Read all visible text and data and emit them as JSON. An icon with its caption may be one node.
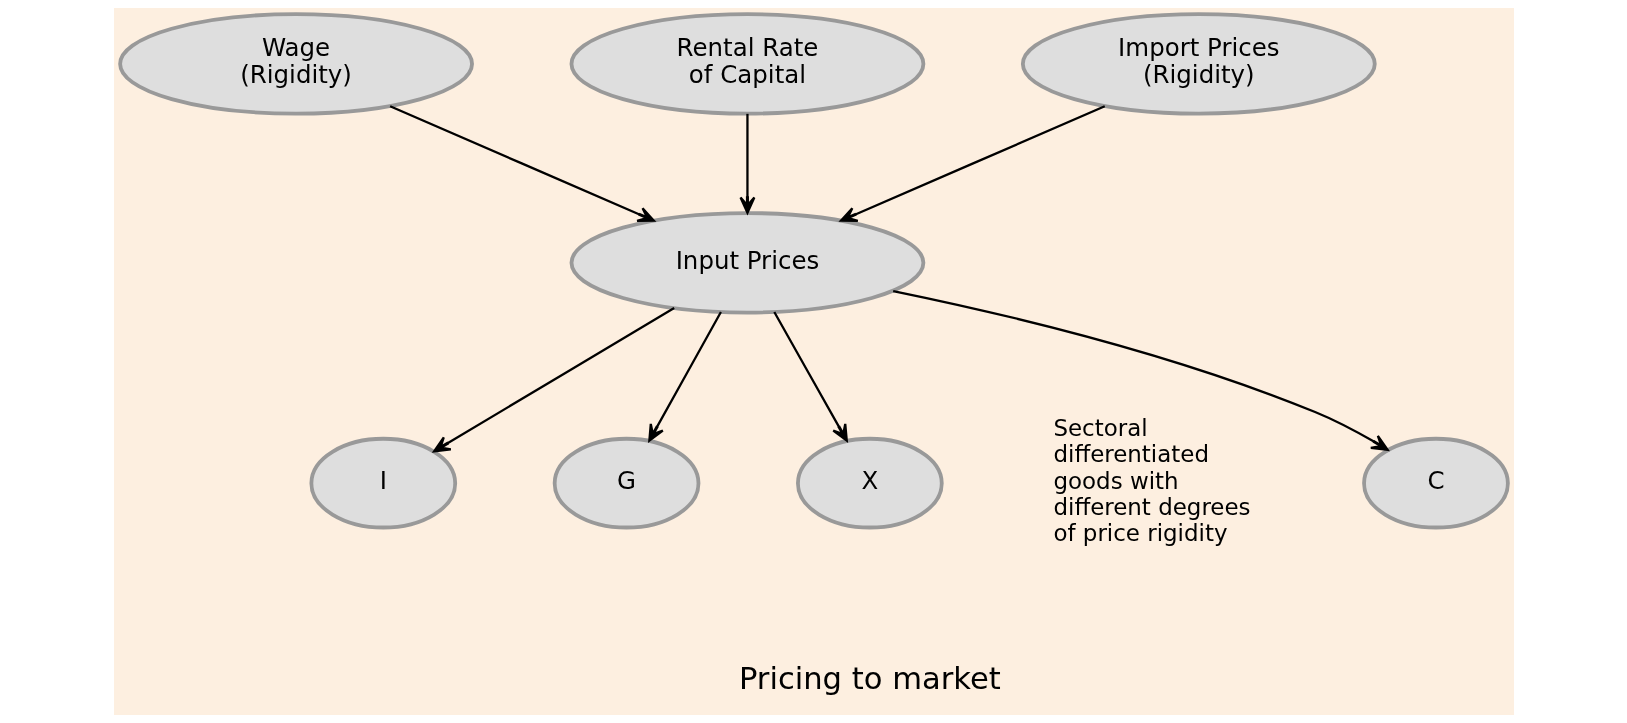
{
  "diagram": {
    "nodes": [
      {
        "text": [
          "Wage (Rigidity)"
        ]
      },
      {
        "text": [
          "Rental Rate of Capital"
        ]
      },
      {
        "text": [
          "Import Prices (Rigidity)"
        ]
      },
      {
        "text": [
          "Input Prices"
        ]
      },
      {
        "text": [
          "C"
        ]
      },
      {
        "text": [
          "I"
        ]
      },
      {
        "text": [
          "G"
        ]
      },
      {
        "text": [
          "X"
        ]
      }
    ],
    "edges": [
      {
        "from": 0,
        "to": 3,
        "arrow": "to"
      },
      {
        "from": 1,
        "to": 3,
        "arrow": "to"
      },
      {
        "from": 2,
        "to": 3,
        "arrow": "to"
      },
      {
        "from": 3,
        "to": 4,
        "arrow": "to"
      },
      {
        "from": 3,
        "to": 5,
        "arrow": "to"
      },
      {
        "from": 3,
        "to": 6,
        "arrow": "to"
      },
      {
        "from": 3,
        "to": 7,
        "arrow": "to"
      }
    ],
    "labels": [
      "Sectoral differentiated goods with different degrees of price rigidity",
      "Pricing to market"
    ]
  }
}
